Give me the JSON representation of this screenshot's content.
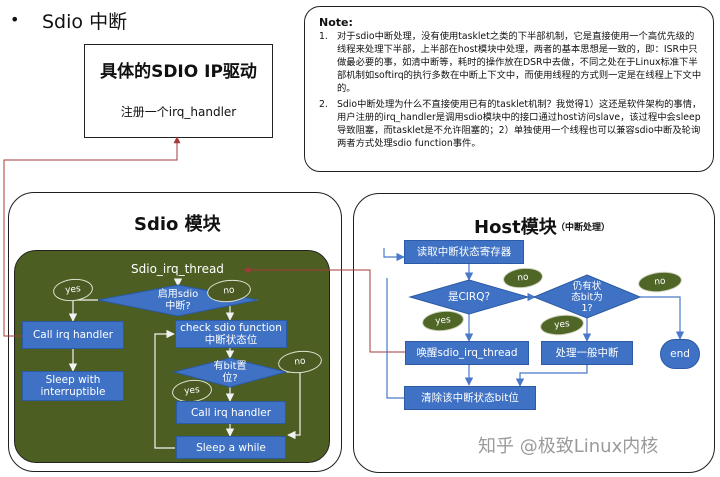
{
  "bullet": "•",
  "title": "Sdio 中断",
  "driver": {
    "title": "具体的SDIO IP驱动",
    "sub": "注册一个irq_handler"
  },
  "note": {
    "heading": "Note:",
    "items": [
      {
        "num": "1.",
        "text": "对于sdio中断处理，没有使用tasklet之类的下半部机制，它是直接使用一个高优先级的线程来处理下半部，上半部在host模块中处理，两者的基本思想是一致的，即：ISR中只做最必要的事，如清中断等，耗时的操作放在DSR中去做，不同之处在于Linux标准下半部机制如softirq的执行多数在中断上下文中，而使用线程的方式则一定是在线程上下文中的。"
      },
      {
        "num": "2.",
        "text": "Sdio中断处理为什么不直接使用已有的tasklet机制？我觉得1）这还是软件架构的事情，用户注册的irq_handler是调用sdio模块中的接口通过host访问slave，该过程中会sleep导致阻塞，而tasklet是不允许阻塞的；2）单独使用一个线程也可以兼容sdio中断及轮询两者方式处理sdio function事件。"
      }
    ]
  },
  "sdio": {
    "title": "Sdio 模块",
    "thread": "Sdio_irq_thread",
    "enabled_q": "启用sdio\n中断?",
    "yes": "yes",
    "no": "no",
    "call_irq_handler": "Call irq handler",
    "sleep_interruptible": "Sleep with\ninterruptible",
    "check_status": "check sdio function\n中断状态位",
    "bit_q": "有bit置\n位?",
    "call_irq_handler2": "Call irq handler",
    "sleep_while": "Sleep a while"
  },
  "host": {
    "title": "Host模块",
    "subtitle": "（中断处理）",
    "read_status": "读取中断状态寄存器",
    "cirq_q": "是CIRQ?",
    "bit_q": "仍有状\n态bit为\n1?",
    "wake": "唤醒sdio_irq_thread",
    "normal": "处理一般中断",
    "clear": "清除该中断状态bit位",
    "end": "end",
    "yes": "yes",
    "no": "no"
  },
  "watermark": "知乎 @极致Linux内核",
  "colors": {
    "panel_green": "#4c5e22",
    "box_blue": "#3f72c4",
    "arrow_red": "#a33a3a"
  }
}
